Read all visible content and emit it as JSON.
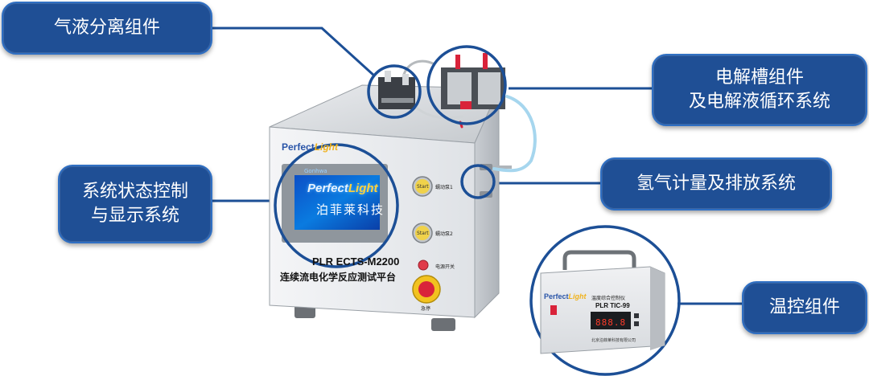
{
  "callouts": {
    "gas_liquid": {
      "lines": [
        "气液分离组件"
      ]
    },
    "electrolysis": {
      "lines": [
        "电解槽组件",
        "及电解液循环系统"
      ]
    },
    "hydrogen": {
      "lines": [
        "氢气计量及排放系统"
      ]
    },
    "control": {
      "lines": [
        "系统状态控制",
        "与显示系统"
      ]
    },
    "temp": {
      "lines": [
        "温控组件"
      ]
    }
  },
  "device": {
    "brand_front": {
      "main": "Perfect",
      "accent": "Light"
    },
    "model": "PLR ECTS-M2200",
    "model_cn": "连续流电化学反应测试平台",
    "screen": {
      "maker": "Gonhwa",
      "logo_main": "Perfect",
      "logo_accent": "Light",
      "name_cn": "泊菲莱科技"
    },
    "label_pump1": "蠕动泵1",
    "label_pump2": "蠕动泵2",
    "label_power": "电源开关",
    "label_emergency": "急停",
    "btn1_text": "Start",
    "btn2_text": "Start"
  },
  "temp_controller": {
    "brand": {
      "main": "Perfect",
      "accent": "Light"
    },
    "title": "温度综合控制仪",
    "model": "PLR TIC-99",
    "display": "888.8",
    "company": "北京泊菲莱科技有限公司"
  },
  "colors": {
    "callout_bg": "#1f4f95",
    "callout_border": "#2f6fc3",
    "line": "#1c4f96",
    "brand_blue": "#2a55a8",
    "brand_yellow": "#f0b21c"
  }
}
